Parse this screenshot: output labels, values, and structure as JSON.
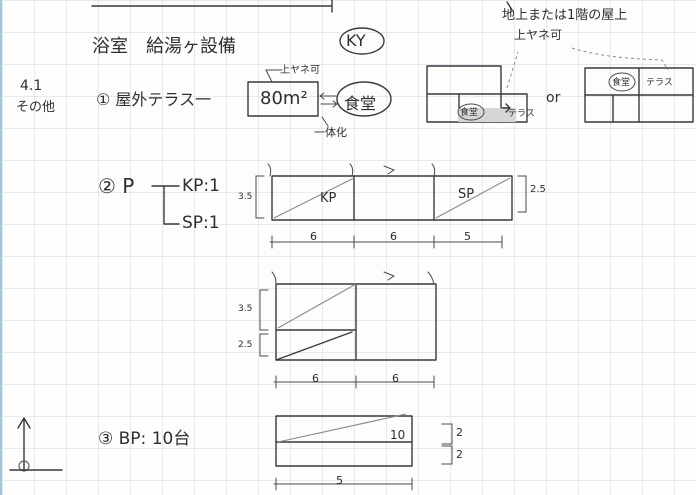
{
  "heading": {
    "title": "浴室　給湯ヶ設備",
    "badge": "KY"
  },
  "section_41": {
    "number": "4.1",
    "label": "その他"
  },
  "item1": {
    "label": "① 屋外テラス一",
    "area": "80m²",
    "above_note": "上ヤネ可",
    "room": "食堂",
    "link_note": "一体化",
    "plan_note_top": "地上または1階の屋上",
    "plan_note_sub": "上ヤネ可",
    "plan_left_room": "食堂",
    "plan_left_terrace": "テラス",
    "or": "or",
    "plan_right_room": "食堂",
    "plan_right_terrace": "テラス"
  },
  "item2": {
    "label": "② P",
    "kp": "KP:1",
    "sp": "SP:1",
    "box_kp": "KP",
    "box_sp": "SP",
    "left_dim": "3.5",
    "right_dim": "2.5",
    "widths": [
      "6",
      "6",
      "5"
    ],
    "lower_dims": [
      "3.5",
      "2.5"
    ],
    "lower_widths": [
      "6",
      "6"
    ]
  },
  "item3": {
    "label": "③ BP: 10台",
    "box_value": "10",
    "heights": [
      "2",
      "2"
    ],
    "width": "5"
  }
}
